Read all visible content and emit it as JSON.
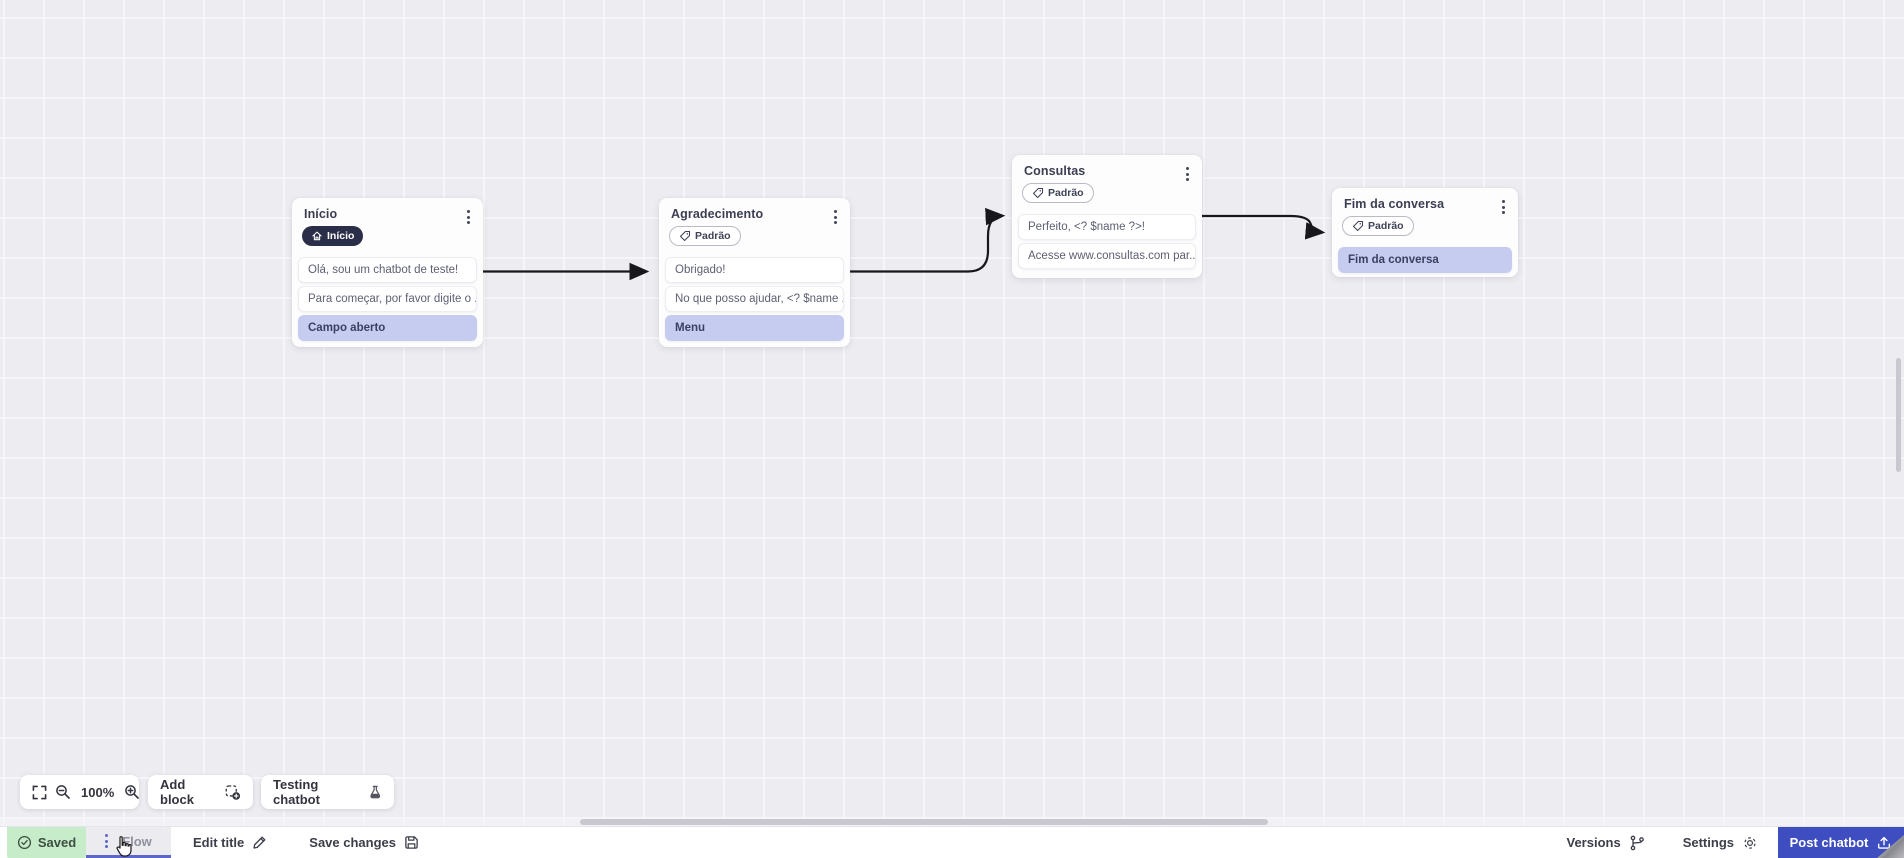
{
  "canvas": {
    "nodes": [
      {
        "title": "Início",
        "badge": "Início",
        "cards": [
          {
            "text": "Olá, sou um chatbot de teste!"
          },
          {
            "text": "Para começar, por favor digite o ..."
          },
          {
            "text": "Campo aberto"
          }
        ]
      },
      {
        "title": "Agradecimento",
        "badge": "Padrão",
        "cards": [
          {
            "text": "Obrigado!"
          },
          {
            "text": "No que posso ajudar, <? $name ..."
          },
          {
            "text": "Menu"
          }
        ]
      },
      {
        "title": "Consultas",
        "badge": "Padrão",
        "cards": [
          {
            "text": "Perfeito, <? $name ?>!"
          },
          {
            "text": "Acesse www.consultas.com par..."
          }
        ]
      },
      {
        "title": "Fim da conversa",
        "badge": "Padrão",
        "cards": [
          {
            "text": "Fim da conversa"
          }
        ]
      }
    ]
  },
  "toolbar": {
    "zoom_level": "100%",
    "add_block_label": "Add block",
    "testing_chatbot_label": "Testing chatbot"
  },
  "bottom_bar": {
    "saved_label": "Saved",
    "flow_tab_label": "Flow",
    "edit_title_label": "Edit title",
    "save_changes_label": "Save changes",
    "versions_label": "Versions",
    "settings_label": "Settings",
    "post_chatbot_label": "Post chatbot"
  },
  "colors": {
    "accent_purple": "#5d66c9",
    "post_blue": "#3e4ec0",
    "saved_green": "#c6ecca",
    "action_card": "#c6ccf0",
    "badge_dark": "#2b2e49"
  }
}
